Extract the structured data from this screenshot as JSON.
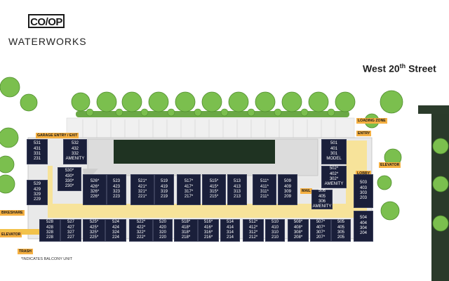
{
  "logo": {
    "mark": "CO/OP",
    "word": "WATERWORKS"
  },
  "street": {
    "name": "West 20",
    "suffix": "th",
    "tail": "Street"
  },
  "labels": {
    "garage": "GARAGE ENTRY / EXIT",
    "loading": "LOADING ZONE",
    "entry": "ENTRY",
    "elevator": "ELEVATOR",
    "lobby": "LOBBY",
    "mail": "MAIL",
    "bikeshare": "BIKESHARE",
    "elevator_left": "ELEVATOR",
    "trash": "TRASH"
  },
  "legend": "*INDICATES BALCONY UNIT",
  "units": [
    [
      "531",
      "431",
      "331",
      "231"
    ],
    [
      "532",
      "432",
      "332",
      "AMENITY"
    ],
    [
      "501",
      "401",
      "301",
      "MODEL"
    ],
    [
      "530*",
      "430*",
      "330*",
      "230*"
    ],
    [
      "502*",
      "402*",
      "302*",
      "AMENITY"
    ],
    [
      "529",
      "429",
      "329",
      "229"
    ],
    [
      "526*",
      "426*",
      "326*",
      "226*"
    ],
    [
      "523",
      "423",
      "323",
      "223"
    ],
    [
      "521*",
      "421*",
      "321*",
      "221*"
    ],
    [
      "519",
      "419",
      "319",
      "219"
    ],
    [
      "517*",
      "417*",
      "317*",
      "217*"
    ],
    [
      "515*",
      "415*",
      "315*",
      "215*"
    ],
    [
      "513",
      "413",
      "313",
      "213"
    ],
    [
      "511*",
      "411*",
      "311*",
      "211*"
    ],
    [
      "509",
      "409",
      "309",
      "209"
    ],
    [
      "506",
      "405",
      "306",
      "AMENITY"
    ],
    [
      "503",
      "403",
      "303",
      "203"
    ],
    [
      "528",
      "428",
      "328",
      "228"
    ],
    [
      "527",
      "427",
      "327",
      "227"
    ],
    [
      "525*",
      "425*",
      "325*",
      "225*"
    ],
    [
      "524",
      "424",
      "324",
      "224"
    ],
    [
      "522*",
      "422*",
      "322*",
      "222*"
    ],
    [
      "520",
      "420",
      "320",
      "220"
    ],
    [
      "518*",
      "418*",
      "318*",
      "218*"
    ],
    [
      "516*",
      "416*",
      "316*",
      "216*"
    ],
    [
      "514",
      "414",
      "314",
      "214"
    ],
    [
      "512*",
      "412*",
      "312*",
      "212*"
    ],
    [
      "510",
      "410",
      "310",
      "210"
    ],
    [
      "508*",
      "408*",
      "308*",
      "208*"
    ],
    [
      "507*",
      "407*",
      "307*",
      "207*"
    ],
    [
      "505",
      "405",
      "305",
      "205"
    ],
    [
      "504",
      "404",
      "304",
      "204"
    ]
  ]
}
